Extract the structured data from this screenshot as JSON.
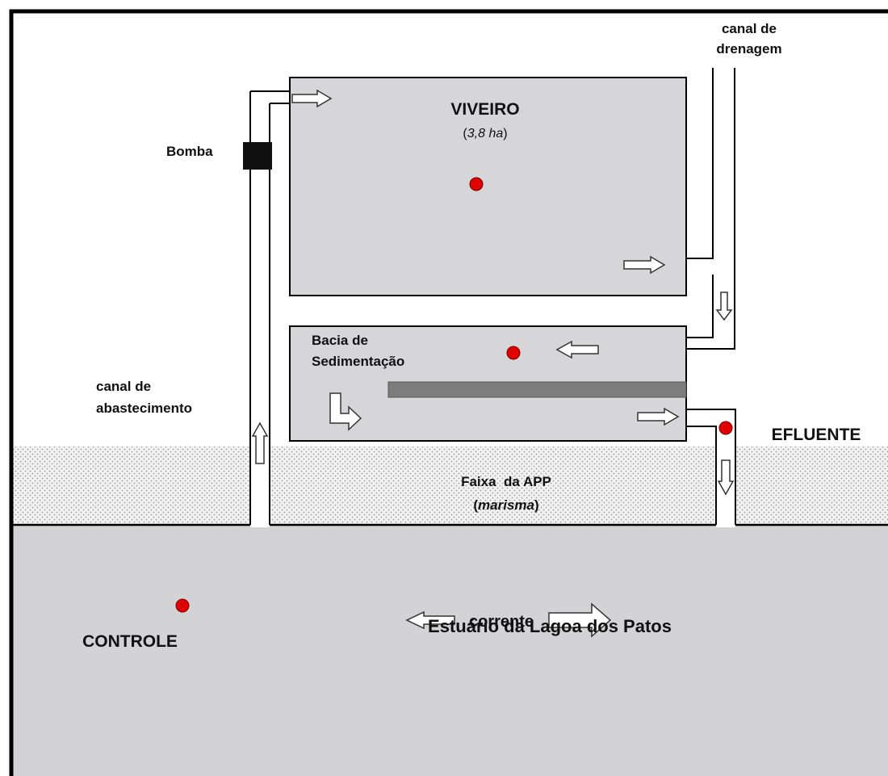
{
  "labels": {
    "viveiro": "VIVEIRO",
    "viveiro_area_open": "(",
    "viveiro_area_value": "3,8 ha",
    "viveiro_area_close": ")",
    "bomba": "Bomba",
    "canal_drenagem_1": "canal de",
    "canal_drenagem_2": "drenagem",
    "bacia_1": "Bacia de",
    "bacia_2": "Sedimentação",
    "canal_abastecimento_1": "canal de",
    "canal_abastecimento_2": "abastecimento",
    "efluente": "EFLUENTE",
    "faixa": "Faixa  da APP",
    "marisma_open": "(",
    "marisma_value": "marisma",
    "marisma_close": ")",
    "controle": "CONTROLE",
    "estuario": "Estuário da Lagoa dos Patos",
    "corrente": "corrente"
  },
  "colors": {
    "frame": "#000000",
    "pond_fill": "#d6d6d8",
    "estuary_fill": "#d3d3d5",
    "baffle": "#7c7c7c",
    "sample_point": "#e00000",
    "marsh_dots": "#9a9a9a"
  },
  "sample_points": [
    "viveiro",
    "bacia",
    "efluente",
    "controle"
  ]
}
